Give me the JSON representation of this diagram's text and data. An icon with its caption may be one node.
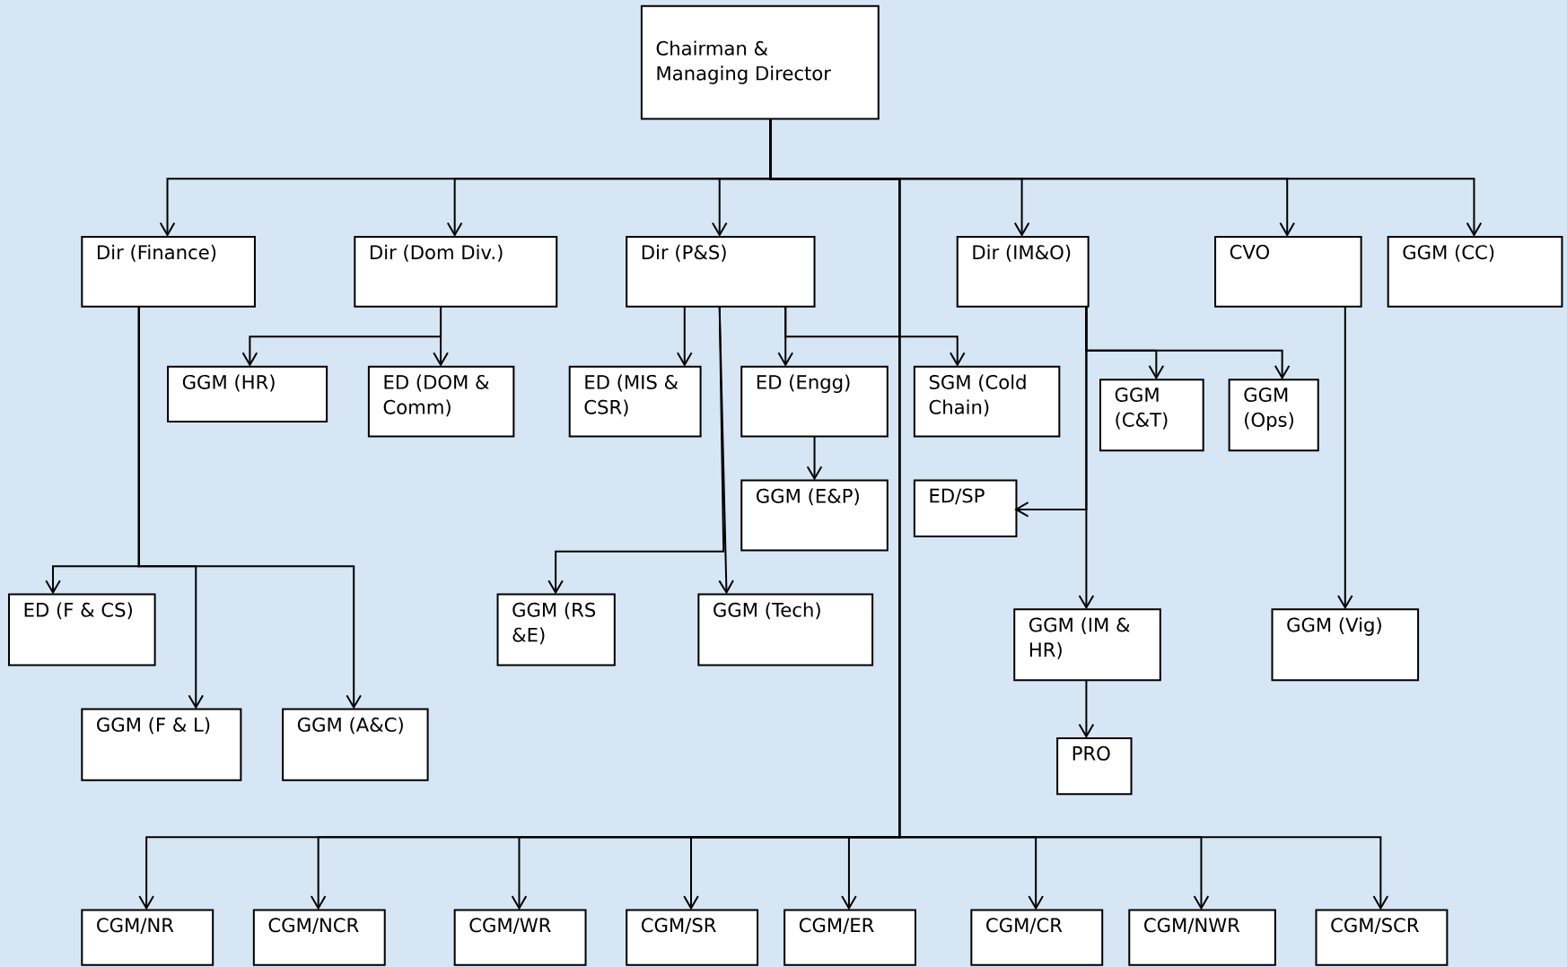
{
  "diagram": {
    "nodes": [
      {
        "text": [
          "Chairman & Managing Director"
        ]
      },
      {
        "text": [
          "Dir (Finance)"
        ]
      },
      {
        "text": [
          "Dir (Dom Div.)"
        ]
      },
      {
        "text": [
          "Dir (P&S)"
        ]
      },
      {
        "text": [
          "Dir (IM&O)"
        ]
      },
      {
        "text": [
          "CVO"
        ]
      },
      {
        "text": [
          "GGM (CC)"
        ]
      },
      {
        "text": [
          "GGM (HR)"
        ]
      },
      {
        "text": [
          "ED (DOM & Comm)"
        ]
      },
      {
        "text": [
          "ED (MIS & CSR)"
        ]
      },
      {
        "text": [
          "ED (Engg)"
        ]
      },
      {
        "text": [
          "SGM (Cold Chain)"
        ]
      },
      {
        "text": [
          "GGM (C&T)"
        ]
      },
      {
        "text": [
          "GGM (Ops)"
        ]
      },
      {
        "text": [
          "GGM (E&P)"
        ]
      },
      {
        "text": [
          "ED/SP"
        ]
      },
      {
        "text": [
          "ED (F & CS)"
        ]
      },
      {
        "text": [
          "GGM (RS &E)"
        ]
      },
      {
        "text": [
          "GGM (Tech)"
        ]
      },
      {
        "text": [
          "GGM (IM & HR)"
        ]
      },
      {
        "text": [
          "GGM (Vig)"
        ]
      },
      {
        "text": [
          "GGM (F & L)"
        ]
      },
      {
        "text": [
          "GGM (A&C)"
        ]
      },
      {
        "text": [
          "PRO"
        ]
      },
      {
        "text": [
          "CGM/NR"
        ]
      },
      {
        "text": [
          "CGM/NCR"
        ]
      },
      {
        "text": [
          "CGM/WR"
        ]
      },
      {
        "text": [
          "CGM/SR"
        ]
      },
      {
        "text": [
          "CGM/ER"
        ]
      },
      {
        "text": [
          "CGM/CR"
        ]
      },
      {
        "text": [
          "CGM/NWR"
        ]
      },
      {
        "text": [
          "CGM/SCR"
        ]
      }
    ],
    "edges": [
      {
        "from": 0,
        "to": 1,
        "arrow": "to"
      },
      {
        "from": 0,
        "to": 2,
        "arrow": "to"
      },
      {
        "from": 0,
        "to": 3,
        "arrow": "to"
      },
      {
        "from": 0,
        "to": 4,
        "arrow": "to"
      },
      {
        "from": 0,
        "to": 5,
        "arrow": "to"
      },
      {
        "from": 0,
        "to": 6,
        "arrow": "to"
      },
      {
        "from": 2,
        "to": 7,
        "arrow": "to"
      },
      {
        "from": 2,
        "to": 8,
        "arrow": "to"
      },
      {
        "from": 3,
        "to": 9,
        "arrow": "to"
      },
      {
        "from": 3,
        "to": 10,
        "arrow": "to"
      },
      {
        "from": 3,
        "to": 11,
        "arrow": "to"
      },
      {
        "from": 4,
        "to": 12,
        "arrow": "to"
      },
      {
        "from": 4,
        "to": 13,
        "arrow": "to"
      },
      {
        "from": 10,
        "to": 14,
        "arrow": "to"
      },
      {
        "from": 4,
        "to": 15,
        "arrow": "to"
      },
      {
        "from": 1,
        "to": 16,
        "arrow": "to"
      },
      {
        "from": 3,
        "to": 17,
        "arrow": "to"
      },
      {
        "from": 3,
        "to": 18,
        "arrow": "to"
      },
      {
        "from": 4,
        "to": 19,
        "arrow": "to"
      },
      {
        "from": 5,
        "to": 20,
        "arrow": "to"
      },
      {
        "from": 1,
        "to": 21,
        "arrow": "to"
      },
      {
        "from": 1,
        "to": 22,
        "arrow": "to"
      },
      {
        "from": 19,
        "to": 23,
        "arrow": "to"
      },
      {
        "from": 0,
        "to": 24,
        "arrow": "to"
      },
      {
        "from": 0,
        "to": 25,
        "arrow": "to"
      },
      {
        "from": 0,
        "to": 26,
        "arrow": "to"
      },
      {
        "from": 0,
        "to": 27,
        "arrow": "to"
      },
      {
        "from": 0,
        "to": 28,
        "arrow": "to"
      },
      {
        "from": 0,
        "to": 29,
        "arrow": "to"
      },
      {
        "from": 0,
        "to": 30,
        "arrow": "to"
      },
      {
        "from": 0,
        "to": 31,
        "arrow": "to"
      }
    ]
  }
}
